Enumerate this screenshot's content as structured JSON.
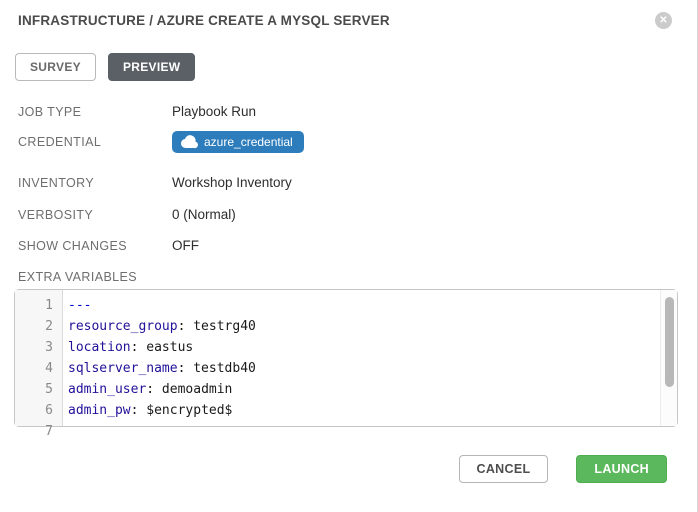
{
  "modal": {
    "title": "INFRASTRUCTURE / AZURE CREATE A MYSQL SERVER",
    "close_glyph": "✕"
  },
  "tabs": [
    {
      "label": "SURVEY",
      "active": false
    },
    {
      "label": "PREVIEW",
      "active": true
    }
  ],
  "details": [
    {
      "label": "JOB TYPE",
      "value": "Playbook Run"
    },
    {
      "label": "CREDENTIAL",
      "value": "azure_credential",
      "icon": "cloud-icon"
    },
    {
      "label": "INVENTORY",
      "value": "Workshop Inventory"
    },
    {
      "label": "VERBOSITY",
      "value": "0 (Normal)"
    },
    {
      "label": "SHOW CHANGES",
      "value": "OFF"
    }
  ],
  "extra_variables": {
    "label": "EXTRA VARIABLES",
    "lines": [
      {
        "num": "1",
        "key": "---",
        "rest": ""
      },
      {
        "num": "2",
        "key": "resource_group",
        "rest": ": testrg40"
      },
      {
        "num": "3",
        "key": "location",
        "rest": ": eastus"
      },
      {
        "num": "4",
        "key": "sqlserver_name",
        "rest": ": testdb40"
      },
      {
        "num": "5",
        "key": "admin_user",
        "rest": ": demoadmin"
      },
      {
        "num": "6",
        "key": "admin_pw",
        "rest": ": $encrypted$"
      },
      {
        "num": "7",
        "key": "",
        "rest": ""
      }
    ]
  },
  "footer": {
    "cancel_label": "CANCEL",
    "launch_label": "LAUNCH"
  },
  "colors": {
    "badge_blue": "#2d7dbc",
    "launch_green": "#5cb85c",
    "active_tab": "#5a6066",
    "yaml_key": "#221199",
    "yaml_doc_separator": "#0000cd",
    "title_text": "#4b4b4b"
  }
}
